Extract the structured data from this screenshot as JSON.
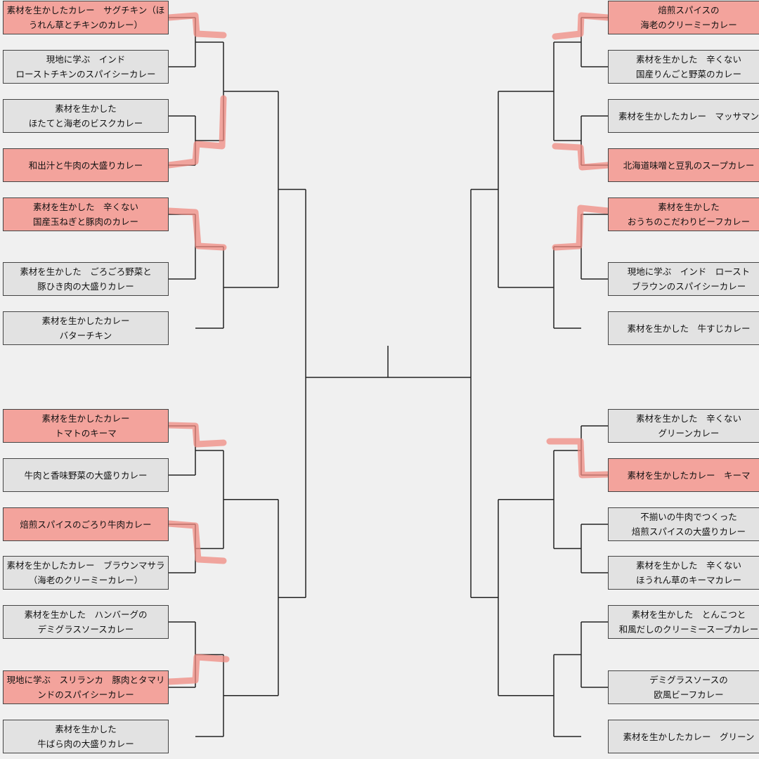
{
  "bracket": {
    "left_entries": [
      {
        "lines": [
          "素材を生かしたカレー　サグチキン（ほ",
          "うれん草とチキンのカレー）"
        ],
        "marked": true
      },
      {
        "lines": [
          "現地に学ぶ　インド",
          "ローストチキンのスパイシーカレー"
        ],
        "marked": false
      },
      {
        "lines": [
          "素材を生かした",
          "ほたてと海老のビスクカレー"
        ],
        "marked": false
      },
      {
        "lines": [
          "和出汁と牛肉の大盛りカレー"
        ],
        "marked": true
      },
      {
        "lines": [
          "素材を生かした　辛くない",
          "国産玉ねぎと豚肉のカレー"
        ],
        "marked": true
      },
      {
        "lines": [
          "素材を生かした　ごろごろ野菜と",
          "豚ひき肉の大盛りカレー"
        ],
        "marked": false
      },
      {
        "lines": [
          "素材を生かしたカレー",
          "バターチキン"
        ],
        "marked": false
      },
      {
        "lines": [
          "素材を生かしたカレー",
          "トマトのキーマ"
        ],
        "marked": true
      },
      {
        "lines": [
          "牛肉と香味野菜の大盛りカレー"
        ],
        "marked": false
      },
      {
        "lines": [
          "焙煎スパイスのごろり牛肉カレー"
        ],
        "marked": true
      },
      {
        "lines": [
          "素材を生かしたカレー　ブラウンマサラ",
          "（海老のクリーミーカレー）"
        ],
        "marked": false
      },
      {
        "lines": [
          "素材を生かした　ハンバーグの",
          "デミグラスソースカレー"
        ],
        "marked": false
      },
      {
        "lines": [
          "現地に学ぶ　スリランカ　豚肉とタマリ",
          "ンドのスパイシーカレー"
        ],
        "marked": true
      },
      {
        "lines": [
          "素材を生かした",
          "牛ばら肉の大盛りカレー"
        ],
        "marked": false
      }
    ],
    "right_entries": [
      {
        "lines": [
          "焙煎スパイスの",
          "海老のクリーミーカレー"
        ],
        "marked": true
      },
      {
        "lines": [
          "素材を生かした　辛くない",
          "国産りんごと野菜のカレー"
        ],
        "marked": false
      },
      {
        "lines": [
          "素材を生かしたカレー　マッサマン"
        ],
        "marked": false
      },
      {
        "lines": [
          "北海道味噌と豆乳のスープカレー"
        ],
        "marked": true
      },
      {
        "lines": [
          "素材を生かした",
          "おうちのこだわりビーフカレー"
        ],
        "marked": true
      },
      {
        "lines": [
          "現地に学ぶ　インド　ロースト",
          "ブラウンのスパイシーカレー"
        ],
        "marked": false
      },
      {
        "lines": [
          "素材を生かした　牛すじカレー"
        ],
        "marked": false
      },
      {
        "lines": [
          "素材を生かした　辛くない",
          "グリーンカレー"
        ],
        "marked": false
      },
      {
        "lines": [
          "素材を生かしたカレー　キーマ"
        ],
        "marked": true
      },
      {
        "lines": [
          "不揃いの牛肉でつくった",
          "焙煎スパイスの大盛りカレー"
        ],
        "marked": false
      },
      {
        "lines": [
          "素材を生かした　辛くない",
          "ほうれん草のキーマカレー"
        ],
        "marked": false
      },
      {
        "lines": [
          "素材を生かした　とんこつと",
          "和風だしのクリーミースープカレー"
        ],
        "marked": false
      },
      {
        "lines": [
          "デミグラスソースの",
          "欧風ビーフカレー"
        ],
        "marked": false
      },
      {
        "lines": [
          "素材を生かしたカレー　グリーン"
        ],
        "marked": false
      }
    ]
  }
}
